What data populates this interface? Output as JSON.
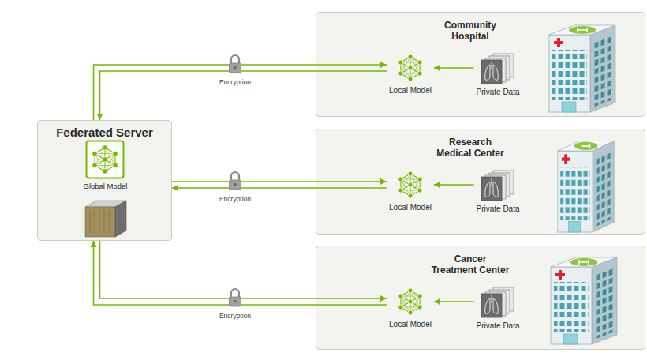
{
  "diagram": {
    "nodes": [
      {
        "text": [
          "Federated Server"
        ]
      },
      {
        "text": [
          "Global Model"
        ],
        "in": 0
      },
      {
        "text": [
          "Community Hospital"
        ]
      },
      {
        "text": [
          "Local Model"
        ],
        "in": 2
      },
      {
        "text": [
          "Private Data"
        ],
        "in": 2
      },
      {
        "text": [
          "Research Medical Center"
        ]
      },
      {
        "text": [
          "Local Model"
        ],
        "in": 5
      },
      {
        "text": [
          "Private Data"
        ],
        "in": 5
      },
      {
        "text": [
          "Cancer Treatment Center"
        ]
      },
      {
        "text": [
          "Local Model"
        ],
        "in": 8
      },
      {
        "text": [
          "Private Data"
        ],
        "in": 8
      }
    ],
    "edges": [
      {
        "from": 0,
        "to": 3,
        "label": "Encryption",
        "arrow": "to"
      },
      {
        "from": 3,
        "to": 0,
        "arrow": "to"
      },
      {
        "from": 4,
        "to": 3,
        "arrow": "to"
      },
      {
        "from": 0,
        "to": 6,
        "label": "Encryption",
        "arrow": "to"
      },
      {
        "from": 6,
        "to": 0,
        "arrow": "to"
      },
      {
        "from": 7,
        "to": 6,
        "arrow": "to"
      },
      {
        "from": 0,
        "to": 9,
        "label": "Encryption",
        "arrow": "to"
      },
      {
        "from": 9,
        "to": 0,
        "arrow": "to"
      },
      {
        "from": 10,
        "to": 9,
        "arrow": "to"
      }
    ]
  }
}
